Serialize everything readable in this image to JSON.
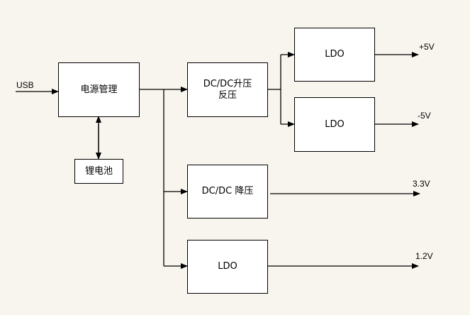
{
  "diagram": {
    "title": "Power supply block diagram",
    "background": "#f8f5ee",
    "input_label": "USB",
    "blocks": {
      "power_mgmt": "电源管理",
      "battery": "锂电池",
      "boost_inverter": "DC/DC升压\n反压",
      "ldo_pos": "LDO",
      "ldo_neg": "LDO",
      "buck": "DC/DC 降压",
      "ldo_core": "LDO"
    },
    "outputs": {
      "pos5": "+5V",
      "neg5": "-5V",
      "v33": "3.3V",
      "v12": "1.2V"
    }
  }
}
